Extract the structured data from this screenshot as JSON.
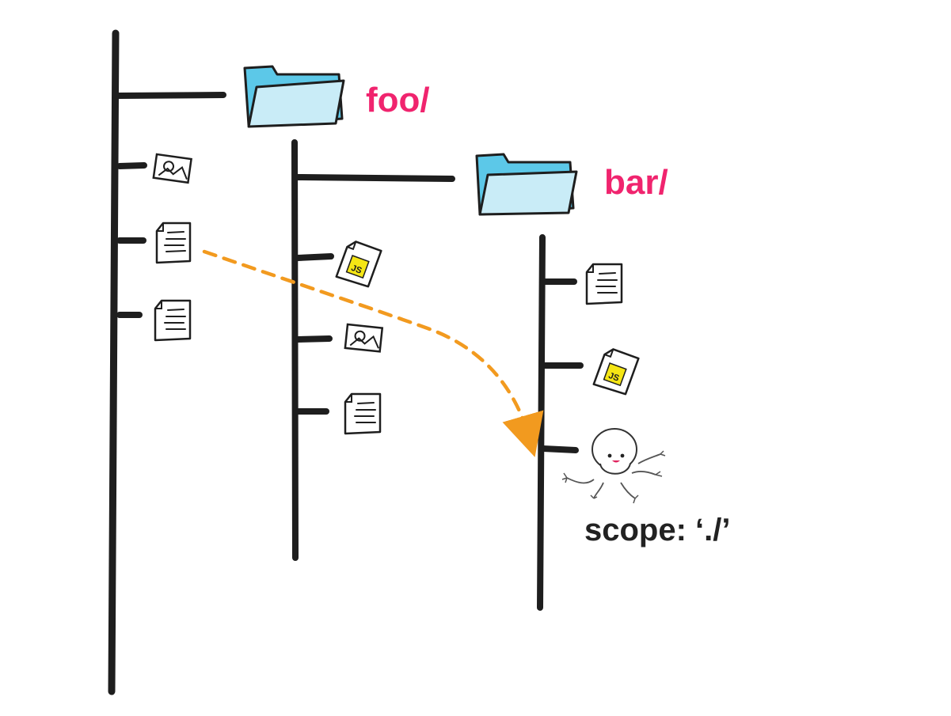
{
  "colors": {
    "line": "#1e1e1e",
    "label_accent": "#f0246e",
    "folder_fill": "#5cc8e8",
    "folder_front": "#c9ecf7",
    "arrow": "#f29a1f",
    "js_badge": "#f5e614",
    "scope_text": "#222222"
  },
  "tree": {
    "root": {
      "items": [
        "folder",
        "image-file",
        "text-file",
        "text-file"
      ]
    },
    "foo": {
      "label": "foo/",
      "items": [
        "folder",
        "js-file",
        "image-file",
        "text-file"
      ]
    },
    "bar": {
      "label": "bar/",
      "items": [
        "text-file",
        "js-file",
        "mascot"
      ]
    }
  },
  "icons": {
    "js_badge_text": "JS",
    "mascot": "octopus-mascot-icon"
  },
  "scope": {
    "text": "scope: ‘./’"
  },
  "arrow": {
    "from": "root text file",
    "to": "bar/ mascot",
    "style": "dashed"
  }
}
